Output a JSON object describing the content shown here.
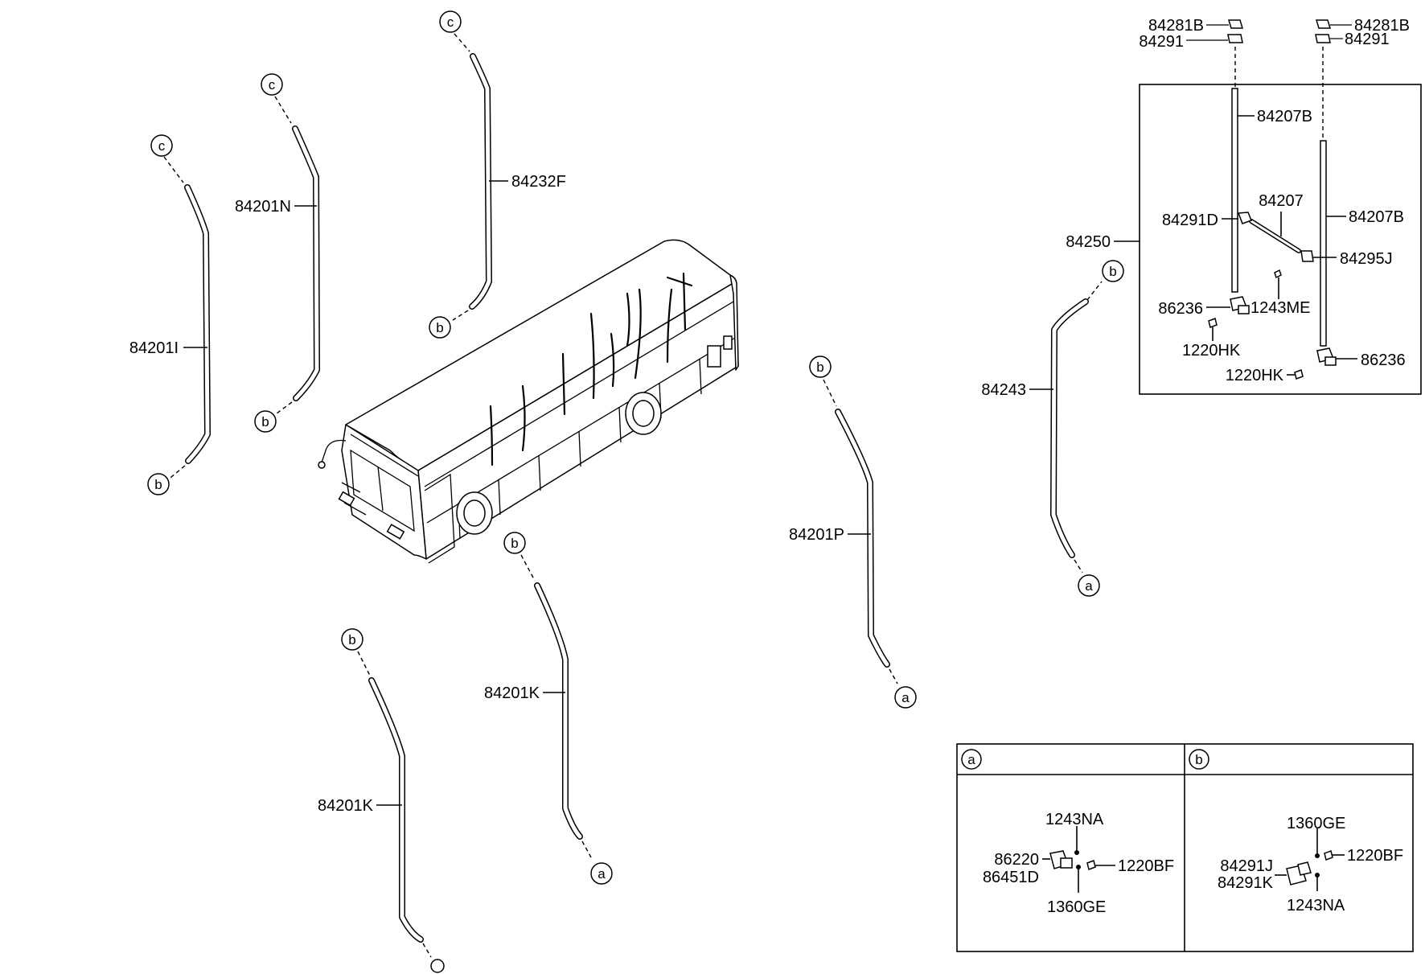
{
  "circle_letters": {
    "a": "a",
    "b": "b",
    "c": "c"
  },
  "tube_labels": {
    "t84201I": "84201I",
    "t84201N": "84201N",
    "t84232F": "84232F",
    "t84201P": "84201P",
    "t84243": "84243",
    "t84201K_mid": "84201K",
    "t84201K_low": "84201K"
  },
  "kit_box": {
    "main": "84250",
    "top_left": [
      "84281B",
      "84291"
    ],
    "top_right": [
      "84281B",
      "84291"
    ],
    "inner": {
      "rod_left": "84207B",
      "rod_right": "84207B",
      "rod_short": "84207",
      "clip_left": "84291D",
      "clip_right": "84295J",
      "screw_mid": "1243ME",
      "bracket_left": "86236",
      "screw_left": "1220HK",
      "bracket_right": "86236",
      "screw_right": "1220HK"
    }
  },
  "detail_a": {
    "letter": "a",
    "labels": {
      "top": "1243NA",
      "left_1": "86220",
      "left_2": "86451D",
      "right": "1220BF",
      "bottom": "1360GE"
    }
  },
  "detail_b": {
    "letter": "b",
    "labels": {
      "top": "1360GE",
      "left_1": "84291J",
      "left_2": "84291K",
      "right": "1220BF",
      "bottom": "1243NA"
    }
  }
}
